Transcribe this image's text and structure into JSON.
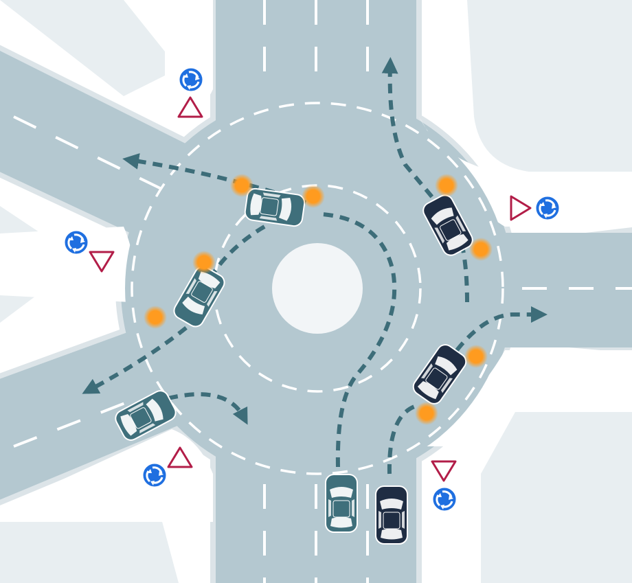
{
  "colors": {
    "background": "#ffffff",
    "block": "#e8eef1",
    "road": "#b4c8d0",
    "sidewalk_edge": "#dce4e8",
    "lane_marking": "#ffffff",
    "island": "#f2f5f7",
    "route_teal": "#3d6d79",
    "route_navy": "#25384d",
    "car_teal": "#3f6f7b",
    "car_navy": "#1f2d43",
    "indicator": "#ff9b1f",
    "sign_blue": "#1f6fe0",
    "sign_red": "#b21d48"
  },
  "icons": {
    "roundabout_sign": "roundabout-mandatory-sign-icon",
    "yield_sign": "yield-sign-icon",
    "car": "car-icon",
    "indicator_light": "turn-signal-light-icon",
    "route_arrow": "dashed-route-arrow-icon"
  },
  "vehicles": [
    {
      "id": "car-circulating-top",
      "color": "teal",
      "indicators": 2
    },
    {
      "id": "car-circulating-left",
      "color": "teal",
      "indicators": 2
    },
    {
      "id": "car-entering-southwest",
      "color": "teal",
      "indicators": 0
    },
    {
      "id": "car-queue-south-left",
      "color": "teal",
      "indicators": 0
    },
    {
      "id": "car-queue-south-right",
      "color": "navy",
      "indicators": 0
    },
    {
      "id": "car-exiting-north",
      "color": "navy",
      "indicators": 2
    },
    {
      "id": "car-exiting-east",
      "color": "navy",
      "indicators": 2
    }
  ],
  "routes": [
    {
      "id": "route-top-to-west-exit",
      "color": "teal"
    },
    {
      "id": "route-to-southwest-exit",
      "color": "teal"
    },
    {
      "id": "route-southwest-turn",
      "color": "teal"
    },
    {
      "id": "route-south-left-lane",
      "color": "teal"
    },
    {
      "id": "route-south-right-lane",
      "color": "teal"
    },
    {
      "id": "route-north-exit",
      "color": "teal"
    },
    {
      "id": "route-east-exit",
      "color": "teal"
    }
  ],
  "signs": [
    {
      "id": "sign-northwest",
      "types": [
        "roundabout",
        "yield"
      ]
    },
    {
      "id": "sign-west",
      "types": [
        "roundabout",
        "yield"
      ]
    },
    {
      "id": "sign-east",
      "types": [
        "yield",
        "roundabout"
      ]
    },
    {
      "id": "sign-southwest",
      "types": [
        "yield",
        "roundabout"
      ]
    },
    {
      "id": "sign-southeast",
      "types": [
        "yield",
        "roundabout"
      ]
    }
  ]
}
